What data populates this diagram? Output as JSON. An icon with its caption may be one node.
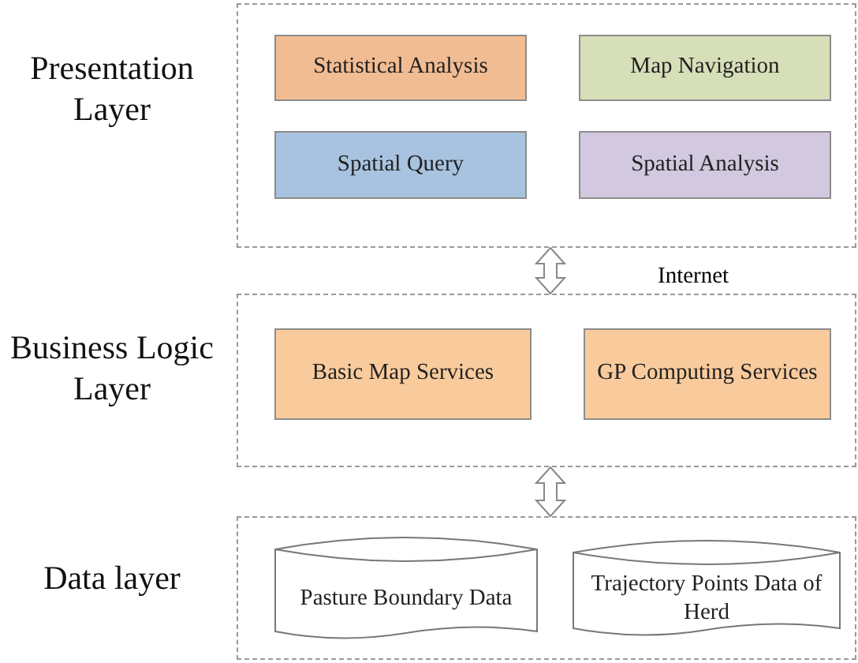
{
  "diagram": {
    "nodes": [
      {
        "text": [],
        "shape": "box"
      },
      {
        "text": [
          "Statistical Analysis"
        ],
        "in": 0
      },
      {
        "text": [
          "Map Navigation"
        ],
        "in": 0
      },
      {
        "text": [
          "Spatial Query"
        ],
        "in": 0
      },
      {
        "text": [
          "Spatial Analysis"
        ],
        "in": 0
      },
      {
        "text": [],
        "shape": "box"
      },
      {
        "text": [
          "Basic Map Services"
        ],
        "in": 5
      },
      {
        "text": [
          "GP Computing Services"
        ],
        "in": 5
      },
      {
        "text": [],
        "shape": "box"
      },
      {
        "text": [
          "Pasture Boundary Data"
        ],
        "in": 8
      },
      {
        "text": [
          "Trajectory Points Data of Herd"
        ],
        "in": 8
      }
    ],
    "edges": [
      {
        "from": 0,
        "to": 5,
        "arrow": "both",
        "label": "Internet"
      },
      {
        "from": 5,
        "to": 8,
        "arrow": "both"
      }
    ],
    "labels": [
      "Presentation Layer",
      "Business Logic Layer",
      "Data layer"
    ]
  }
}
